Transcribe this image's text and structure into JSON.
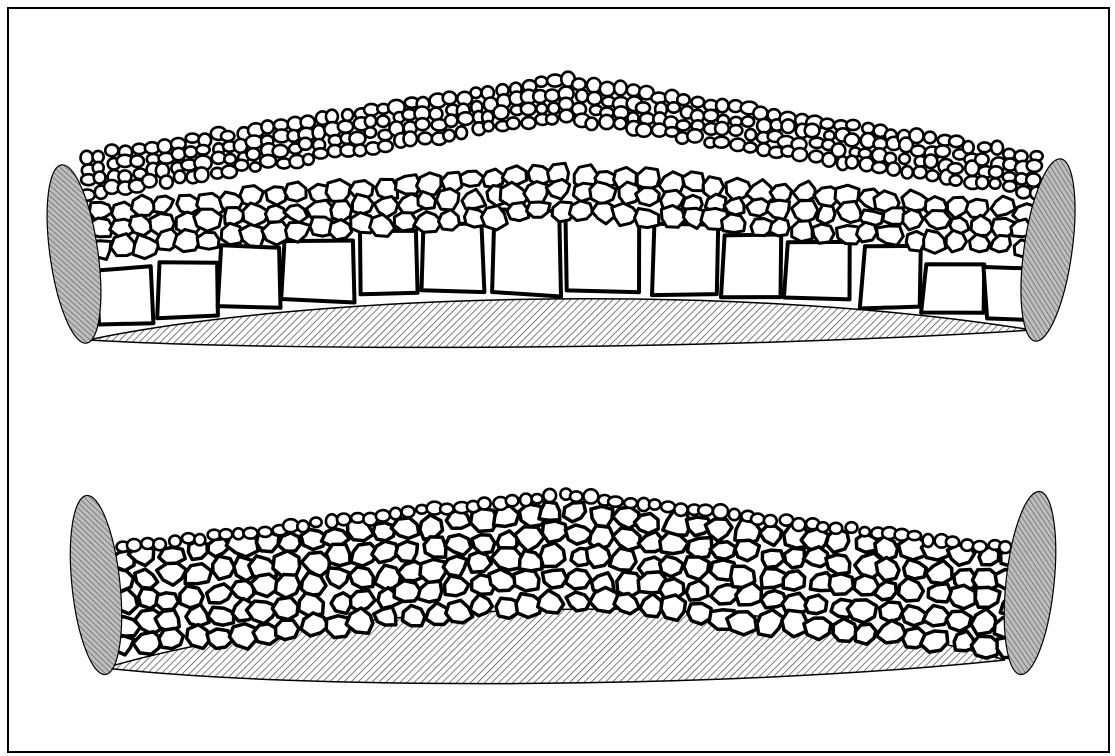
{
  "figure": {
    "panels": [
      {
        "id": "top",
        "description_note": "",
        "layers": [
          "small-stones",
          "medium-stones",
          "large-blocks"
        ],
        "arch_profile": "peaked"
      },
      {
        "id": "bottom",
        "description_note": "",
        "layers": [
          "mixed-stones"
        ],
        "arch_profile": "peaked"
      }
    ],
    "colors": {
      "outline": "#000000",
      "background": "#ffffff",
      "stone_fill": "#ffffff",
      "hatch": "#555555",
      "stipple": "#9a9a9a"
    }
  }
}
